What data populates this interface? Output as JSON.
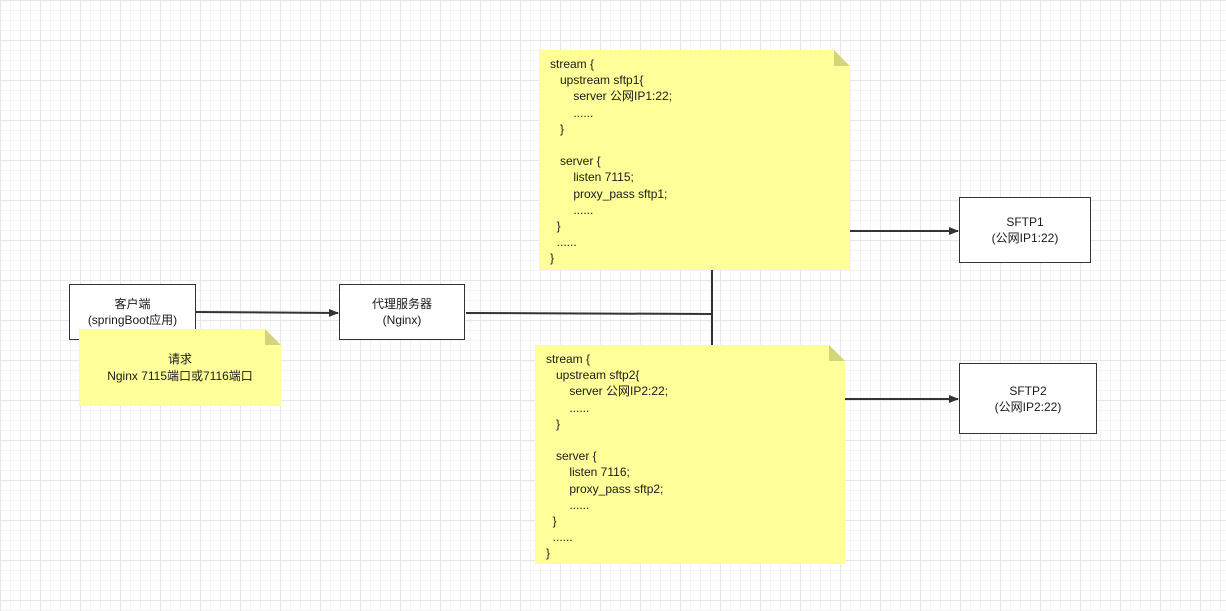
{
  "nodes": {
    "client": {
      "line1": "客户端",
      "line2": "(springBoot应用)"
    },
    "proxy": {
      "line1": "代理服务器",
      "line2": "(Nginx)"
    },
    "sftp1": {
      "line1": "SFTP1",
      "line2": "(公网IP1:22)"
    },
    "sftp2": {
      "line1": "SFTP2",
      "line2": "(公网IP2:22)"
    }
  },
  "notes": {
    "request": {
      "line1": "请求",
      "line2": "Nginx 7115端口或7116端口"
    },
    "config1": "stream {\n   upstream sftp1{\n       server 公网IP1:22;\n       ......\n   }\n\n   server {\n       listen 7115;\n       proxy_pass sftp1;\n       ......\n  }\n  ......\n}",
    "config2": "stream {\n   upstream sftp2{\n       server 公网IP2:22;\n       ......\n   }\n\n   server {\n       listen 7116;\n       proxy_pass sftp2;\n       ......\n  }\n  ......\n}"
  },
  "colors": {
    "note_fill": "#ffff99",
    "stroke": "#333333",
    "grid": "#e6e6e6"
  }
}
